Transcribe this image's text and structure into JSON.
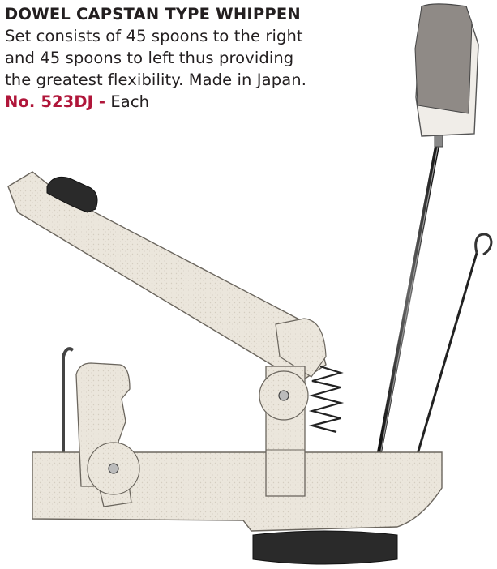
{
  "product": {
    "title": "DOWEL CAPSTAN TYPE WHIPPEN",
    "description_lines": [
      "Set consists of 45 spoons to the right",
      "and 45 spoons to left thus providing",
      "the greatest flexibility. Made in Japan."
    ],
    "part_number": "No. 523DJ -",
    "unit": "Each"
  },
  "colors": {
    "text": "#231f20",
    "part_number": "#b0163a",
    "wood": "#ebe6dc",
    "felt_dark": "#2a2a2a",
    "felt_grey": "#8f8a86"
  }
}
